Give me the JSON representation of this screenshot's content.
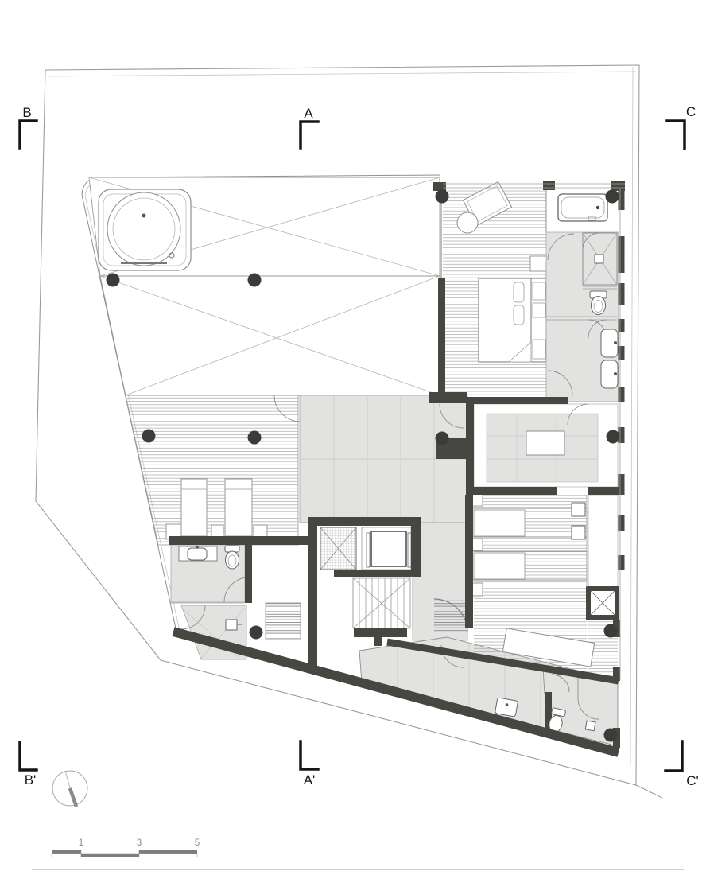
{
  "section_markers": {
    "top": [
      {
        "label": "B"
      },
      {
        "label": "A"
      },
      {
        "label": "C"
      }
    ],
    "bottom": [
      {
        "label": "B'"
      },
      {
        "label": "A'"
      },
      {
        "label": "C'"
      }
    ]
  },
  "scale_bar": {
    "tick_labels": [
      "1",
      "3",
      "5"
    ]
  },
  "colors": {
    "wall_dark": "#474641",
    "floor_gray": "#e2e2e1",
    "grid_line": "#c9c9c8",
    "hatch_stripe": "#a6a6a6",
    "outline": "#8f8f8f",
    "site_boundary": "#9b9b9b",
    "scale_dark": "#7e7e7e",
    "label_text": "#161616"
  }
}
